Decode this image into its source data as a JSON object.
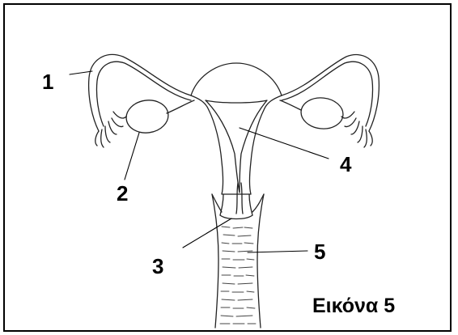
{
  "figure": {
    "caption": "Εικόνα 5",
    "labels": [
      "1",
      "2",
      "3",
      "4",
      "5"
    ]
  },
  "colors": {
    "ink": "#000000",
    "background": "#ffffff"
  }
}
